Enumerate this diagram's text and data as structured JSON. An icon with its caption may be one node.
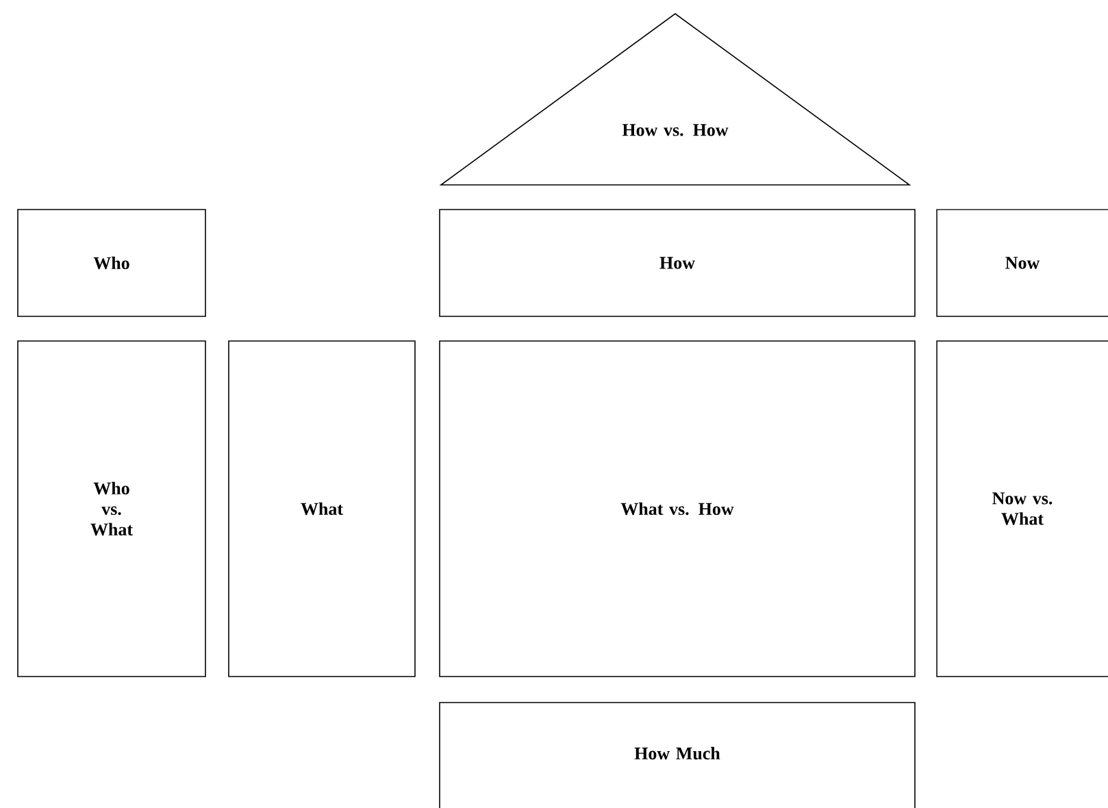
{
  "diagram": {
    "nodes": [
      {
        "text": [
          "How vs. How"
        ]
      },
      {
        "text": [
          "Who"
        ]
      },
      {
        "text": [
          "How"
        ]
      },
      {
        "text": [
          "Now"
        ]
      },
      {
        "text": [
          "Who vs. What"
        ]
      },
      {
        "text": [
          "What"
        ]
      },
      {
        "text": [
          "What vs. How"
        ]
      },
      {
        "text": [
          "Now vs. What"
        ]
      },
      {
        "text": [
          "How Much"
        ]
      }
    ]
  }
}
